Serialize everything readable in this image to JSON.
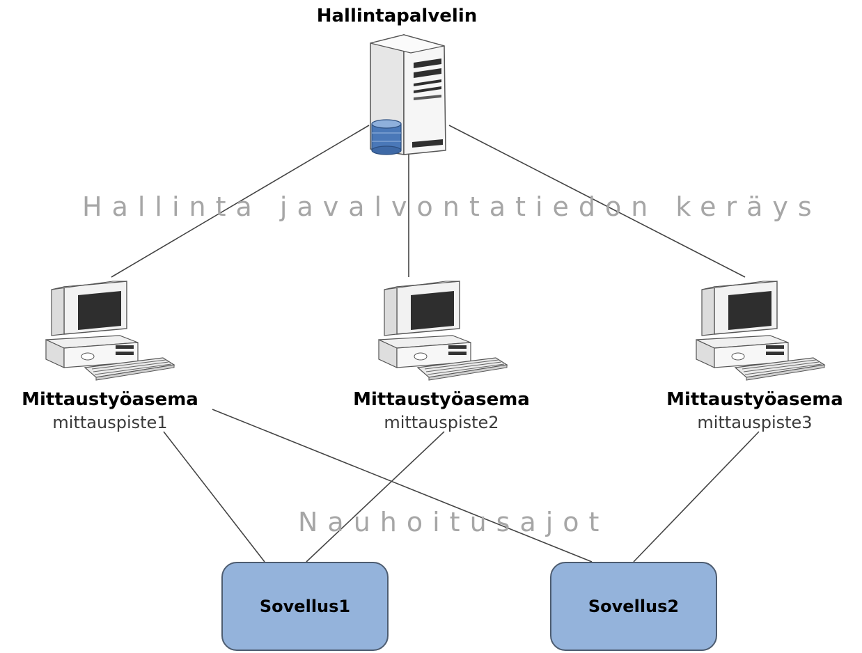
{
  "server": {
    "title": "Hallintapalvelin",
    "icon": "server-icon"
  },
  "band_labels": {
    "management": "Hallinta javalvontatiedon keräys",
    "recording": "Nauhoitusajot"
  },
  "workstations": [
    {
      "title": "Mittaustyöasema",
      "name": "mittauspiste1",
      "icon": "workstation-icon"
    },
    {
      "title": "Mittaustyöasema",
      "name": "mittauspiste2",
      "icon": "workstation-icon"
    },
    {
      "title": "Mittaustyöasema",
      "name": "mittauspiste3",
      "icon": "workstation-icon"
    }
  ],
  "applications": [
    {
      "label": "Sovellus1"
    },
    {
      "label": "Sovellus2"
    }
  ],
  "colors": {
    "application_fill": "#94b3db",
    "database_fill": "#4a78b8",
    "band_label_text": "#a6a6a6"
  }
}
